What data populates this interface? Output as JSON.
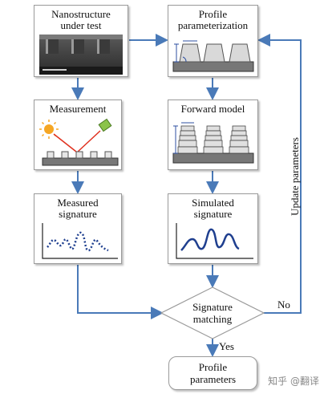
{
  "boxes": {
    "nanostructure": {
      "line1": "Nanostructure",
      "line2": "under test"
    },
    "profile_param": {
      "line1": "Profile",
      "line2": "parameterization"
    },
    "measurement": {
      "line1": "Measurement"
    },
    "forward_model": {
      "line1": "Forward model"
    },
    "measured": {
      "line1": "Measured",
      "line2": "signature"
    },
    "simulated": {
      "line1": "Simulated",
      "line2": "signature"
    },
    "result": {
      "line1": "Profile",
      "line2": "parameters"
    }
  },
  "decision": {
    "line1": "Signature",
    "line2": "matching"
  },
  "edges": {
    "no": "No",
    "yes": "Yes",
    "update": "Update parameters"
  },
  "watermark": "知乎 @翻译",
  "colors": {
    "arrow": "#4a7ab8",
    "signal": "#1f3f8f",
    "border": "#9a9a9a"
  }
}
